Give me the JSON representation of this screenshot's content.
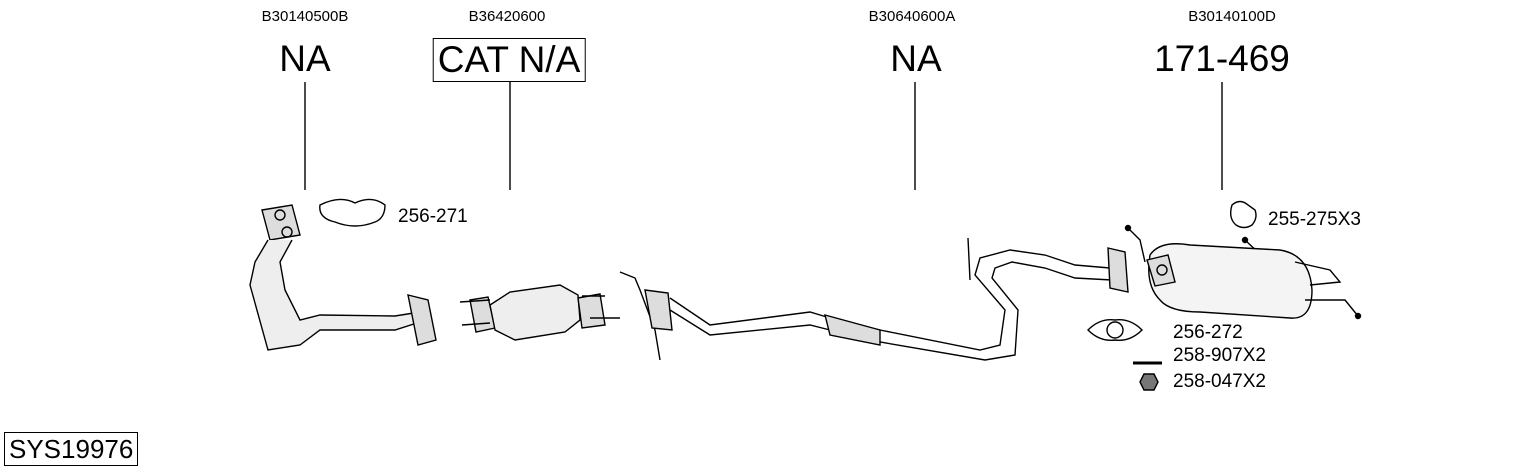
{
  "groups": [
    {
      "code": "B30140500B",
      "label": "NA",
      "boxed": false
    },
    {
      "code": "B36420600",
      "label": "CAT N/A",
      "boxed": true
    },
    {
      "code": "B30640600A",
      "label": "NA",
      "boxed": false
    },
    {
      "code": "B30140100D",
      "label": "171-469",
      "boxed": false
    }
  ],
  "parts": {
    "gasket_front": "256-271",
    "hanger": "255-275X3",
    "gasket_rear": "256-272",
    "bolt": "258-907X2",
    "nut": "258-047X2"
  },
  "system_id": "SYS19976"
}
